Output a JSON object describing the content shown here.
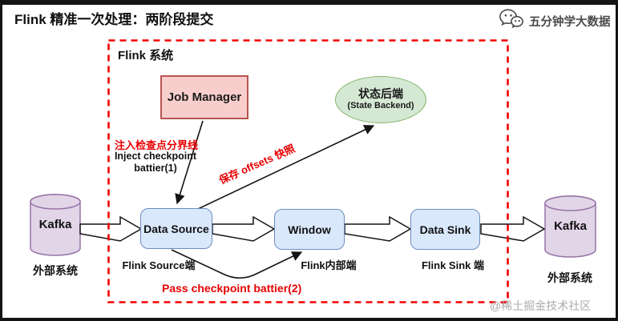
{
  "header": {
    "title": "Flink 精准一次处理：两阶段提交",
    "brand": "五分钟学大数据"
  },
  "diagram": {
    "system_label": "Flink 系统",
    "nodes": {
      "job_manager": {
        "label": "Job Manager"
      },
      "state_backend": {
        "label_cn": "状态后端",
        "label_en": "(State Backend)"
      },
      "data_source": {
        "label": "Data Source",
        "sublabel": "Flink Source端"
      },
      "window": {
        "label": "Window",
        "sublabel": "Flink内部端"
      },
      "data_sink": {
        "label": "Data Sink",
        "sublabel": "Flink Sink 端"
      },
      "kafka_left": {
        "label": "Kafka",
        "sublabel": "外部系统"
      },
      "kafka_right": {
        "label": "Kafka",
        "sublabel": "外部系统"
      }
    },
    "annotations": {
      "inject_cn": "注入检查点分界线",
      "inject_en_line1": "Inject checkpoint",
      "inject_en_line2": "battier(1)",
      "save_offsets": "保存 offsets 快照",
      "pass_checkpoint": "Pass checkpoint battier(2)"
    },
    "colors": {
      "dashed_border": "#f20000",
      "annotation_red": "#e80000",
      "job_manager_fill": "#f8cecc",
      "job_manager_border": "#b85450",
      "state_backend_fill": "#d5e8d4",
      "state_backend_border": "#82b366",
      "flink_box_fill": "#dae8fc",
      "flink_box_border": "#6c8ebf",
      "kafka_fill": "#e1d5e7",
      "kafka_border": "#9673a6",
      "watermark_gray": "#ababab"
    }
  },
  "watermark": "@稀土掘金技术社区"
}
